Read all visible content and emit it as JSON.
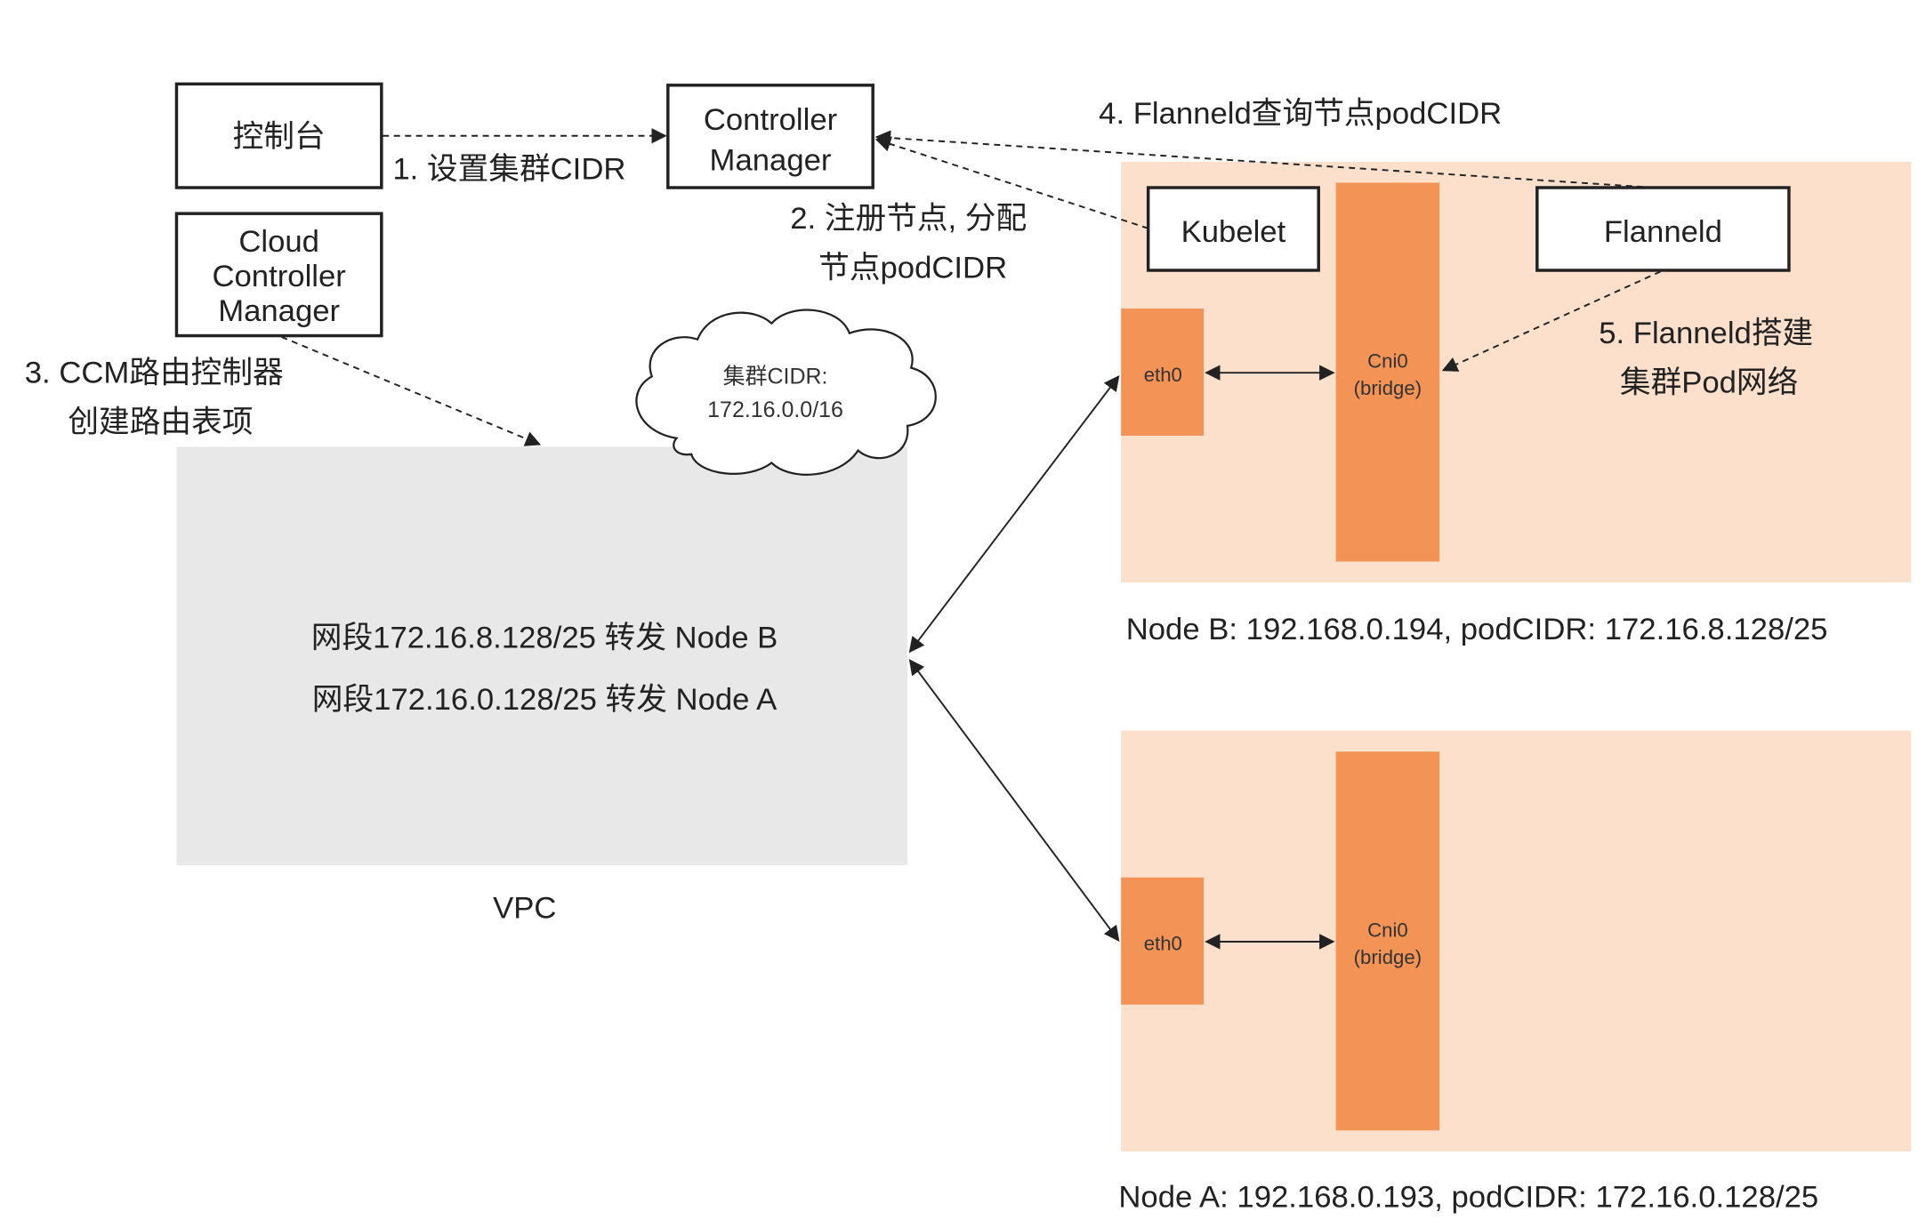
{
  "colors": {
    "node_bg": "#fce0cb",
    "component": "#f39356",
    "vpc": "#e8e8e8",
    "line": "#222222"
  },
  "boxes": {
    "console": "控制台",
    "controller_manager": [
      "Controller",
      "Manager"
    ],
    "cloud_controller_manager": [
      "Cloud",
      "Controller",
      "Manager"
    ],
    "kubelet": "Kubelet",
    "flanneld": "Flanneld"
  },
  "steps": {
    "step1": "1. 设置集群CIDR",
    "step2": [
      "2. 注册节点, 分配",
      "节点podCIDR"
    ],
    "step3": [
      "3. CCM路由控制器",
      "创建路由表项"
    ],
    "step4": "4. Flanneld查询节点podCIDR",
    "step5": [
      "5. Flanneld搭建",
      "集群Pod网络"
    ]
  },
  "cloud": [
    "集群CIDR:",
    "172.16.0.0/16"
  ],
  "vpc": {
    "label": "VPC",
    "routes": [
      "网段172.16.8.128/25 转发 Node B",
      "网段172.16.0.128/25 转发 Node A"
    ]
  },
  "nodes": [
    {
      "label": "Node B: 192.168.0.194, podCIDR: 172.16.8.128/25",
      "eth": "eth0",
      "bridge": [
        "Cni0",
        "(bridge)"
      ]
    },
    {
      "label": "Node A: 192.168.0.193, podCIDR: 172.16.0.128/25",
      "eth": "eth0",
      "bridge": [
        "Cni0",
        "(bridge)"
      ]
    }
  ]
}
